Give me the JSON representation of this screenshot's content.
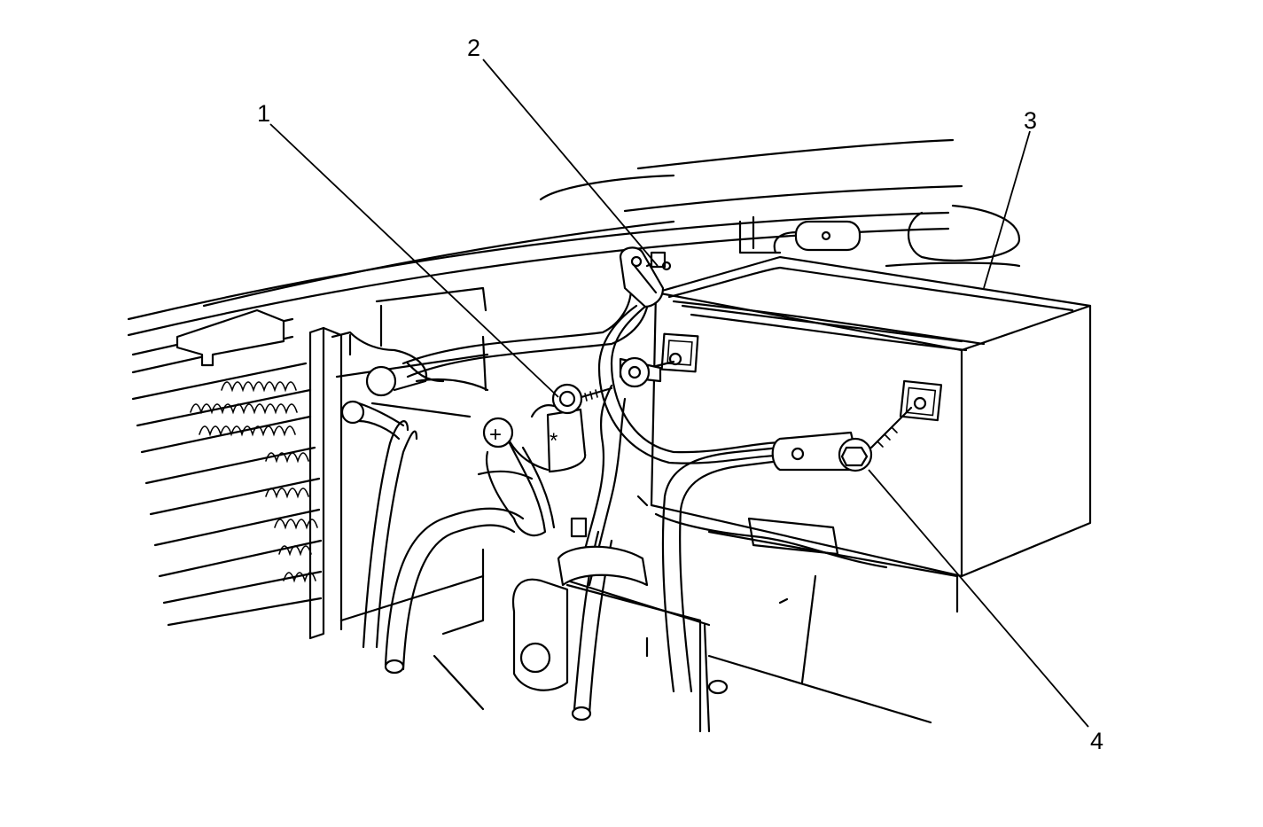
{
  "callouts": [
    {
      "id": "1",
      "label": "1"
    },
    {
      "id": "2",
      "label": "2"
    },
    {
      "id": "3",
      "label": "3"
    },
    {
      "id": "4",
      "label": "4"
    }
  ],
  "symbols": {
    "positive_terminal": "+",
    "terminal_cover_mark": "*"
  },
  "colors": {
    "line": "#000000",
    "background": "#ffffff"
  }
}
